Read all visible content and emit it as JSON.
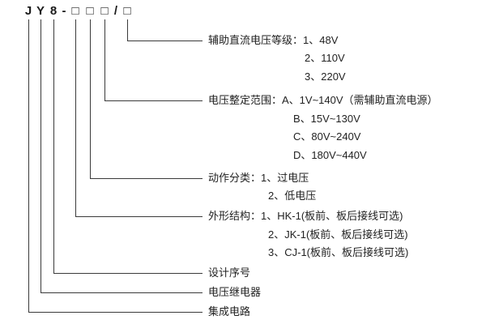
{
  "colors": {
    "text": "#222222",
    "line": "#3a3a3a",
    "background": "#ffffff"
  },
  "model": {
    "chars": [
      "J",
      "Y",
      "8",
      "-",
      "□",
      "□",
      "□",
      "/",
      "□"
    ]
  },
  "diagram": {
    "groups": {
      "aux_dc_voltage_level": {
        "items": [
          "辅助直流电压等级：1、48V",
          "2、110V",
          "3、220V"
        ]
      },
      "voltage_setting_range": {
        "items": [
          "电压整定范围：A、1V~140V（需辅助直流电源）",
          "B、15V~130V",
          "C、80V~240V",
          "D、180V~440V"
        ]
      },
      "action_classification": {
        "items": [
          "动作分类：1、过电压",
          "2、低电压"
        ]
      },
      "outline_structure": {
        "items": [
          "外形结构：1、HK-1(板前、板后接线可选)",
          "2、JK-1(板前、板后接线可选)",
          "3、CJ-1(板前、板后接线可选)"
        ]
      },
      "design_serial": {
        "label": "设计序号"
      },
      "voltage_relay": {
        "label": "电压继电器"
      },
      "integrated_circuit": {
        "label": "集成电路"
      }
    }
  }
}
